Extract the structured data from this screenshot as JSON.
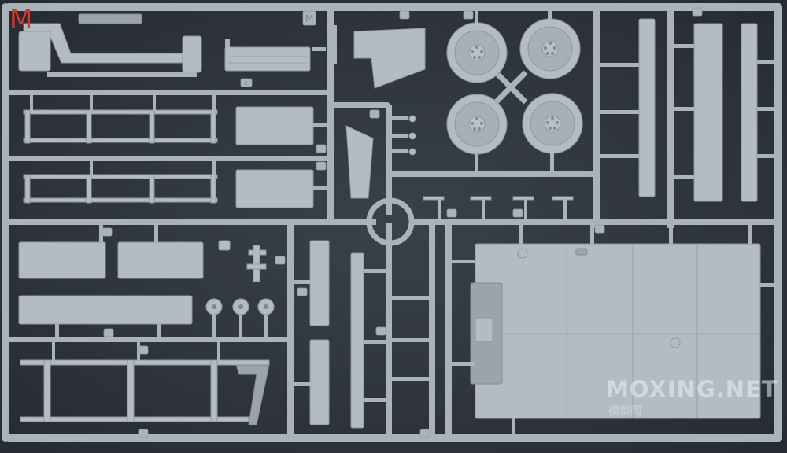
{
  "photo": {
    "sprue_letter": "M",
    "sprue_letter_color": "#e4312b",
    "watermark": {
      "main": "MOXING.NET",
      "sub": "模型网"
    },
    "plastic_color": "#b3bcc1",
    "background_color": "#2f363d"
  }
}
